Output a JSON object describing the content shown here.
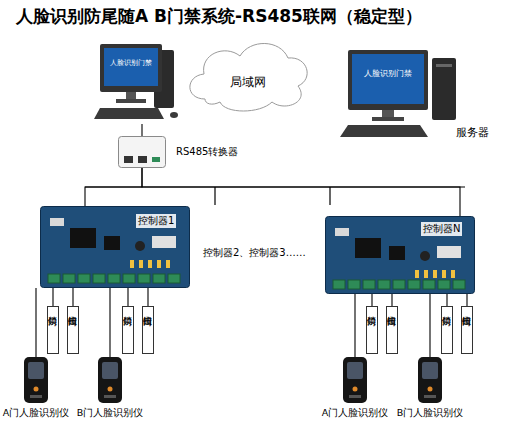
{
  "diagram": {
    "title": "人脸识别防尾随A B门禁系统-RS485联网（稳定型）",
    "nodes": [
      {
        "text": [
          "人脸识别门禁"
        ]
      },
      {
        "text": [
          "局域网"
        ]
      },
      {
        "text": [
          "人脸识别门禁",
          "服务器"
        ]
      },
      {
        "text": [
          "RS485转换器"
        ]
      },
      {
        "text": [
          "控制器1"
        ]
      },
      {
        "text": [
          "控制器N"
        ]
      },
      {
        "text": [
          "门禁锁"
        ]
      },
      {
        "text": [
          "出门按钮"
        ]
      },
      {
        "text": [
          "门禁锁"
        ]
      },
      {
        "text": [
          "出门按钮"
        ]
      },
      {
        "text": [
          "A门人脸识别仪"
        ]
      },
      {
        "text": [
          "B门人脸识别仪"
        ]
      },
      {
        "text": [
          "门禁锁"
        ]
      },
      {
        "text": [
          "出门按钮"
        ]
      },
      {
        "text": [
          "门禁锁"
        ]
      },
      {
        "text": [
          "出门按钮"
        ]
      },
      {
        "text": [
          "A门人脸识别仪"
        ]
      },
      {
        "text": [
          "B门人脸识别仪"
        ]
      }
    ],
    "edges": [
      {
        "from": 0,
        "to": 3,
        "arrow": "none"
      },
      {
        "from": 3,
        "to": 4,
        "arrow": "none"
      },
      {
        "from": 3,
        "to": 5,
        "arrow": "none"
      },
      {
        "from": 4,
        "to": 6,
        "arrow": "none"
      },
      {
        "from": 4,
        "to": 7,
        "arrow": "none"
      },
      {
        "from": 4,
        "to": 8,
        "arrow": "none"
      },
      {
        "from": 4,
        "to": 9,
        "arrow": "none"
      },
      {
        "from": 4,
        "to": 10,
        "arrow": "none"
      },
      {
        "from": 4,
        "to": 11,
        "arrow": "none"
      },
      {
        "from": 5,
        "to": 12,
        "arrow": "none"
      },
      {
        "from": 5,
        "to": 13,
        "arrow": "none"
      },
      {
        "from": 5,
        "to": 14,
        "arrow": "none"
      },
      {
        "from": 5,
        "to": 15,
        "arrow": "none"
      },
      {
        "from": 5,
        "to": 16,
        "arrow": "none"
      },
      {
        "from": 5,
        "to": 17,
        "arrow": "none"
      }
    ],
    "labels": [
      "控制器2、控制器3……"
    ]
  }
}
